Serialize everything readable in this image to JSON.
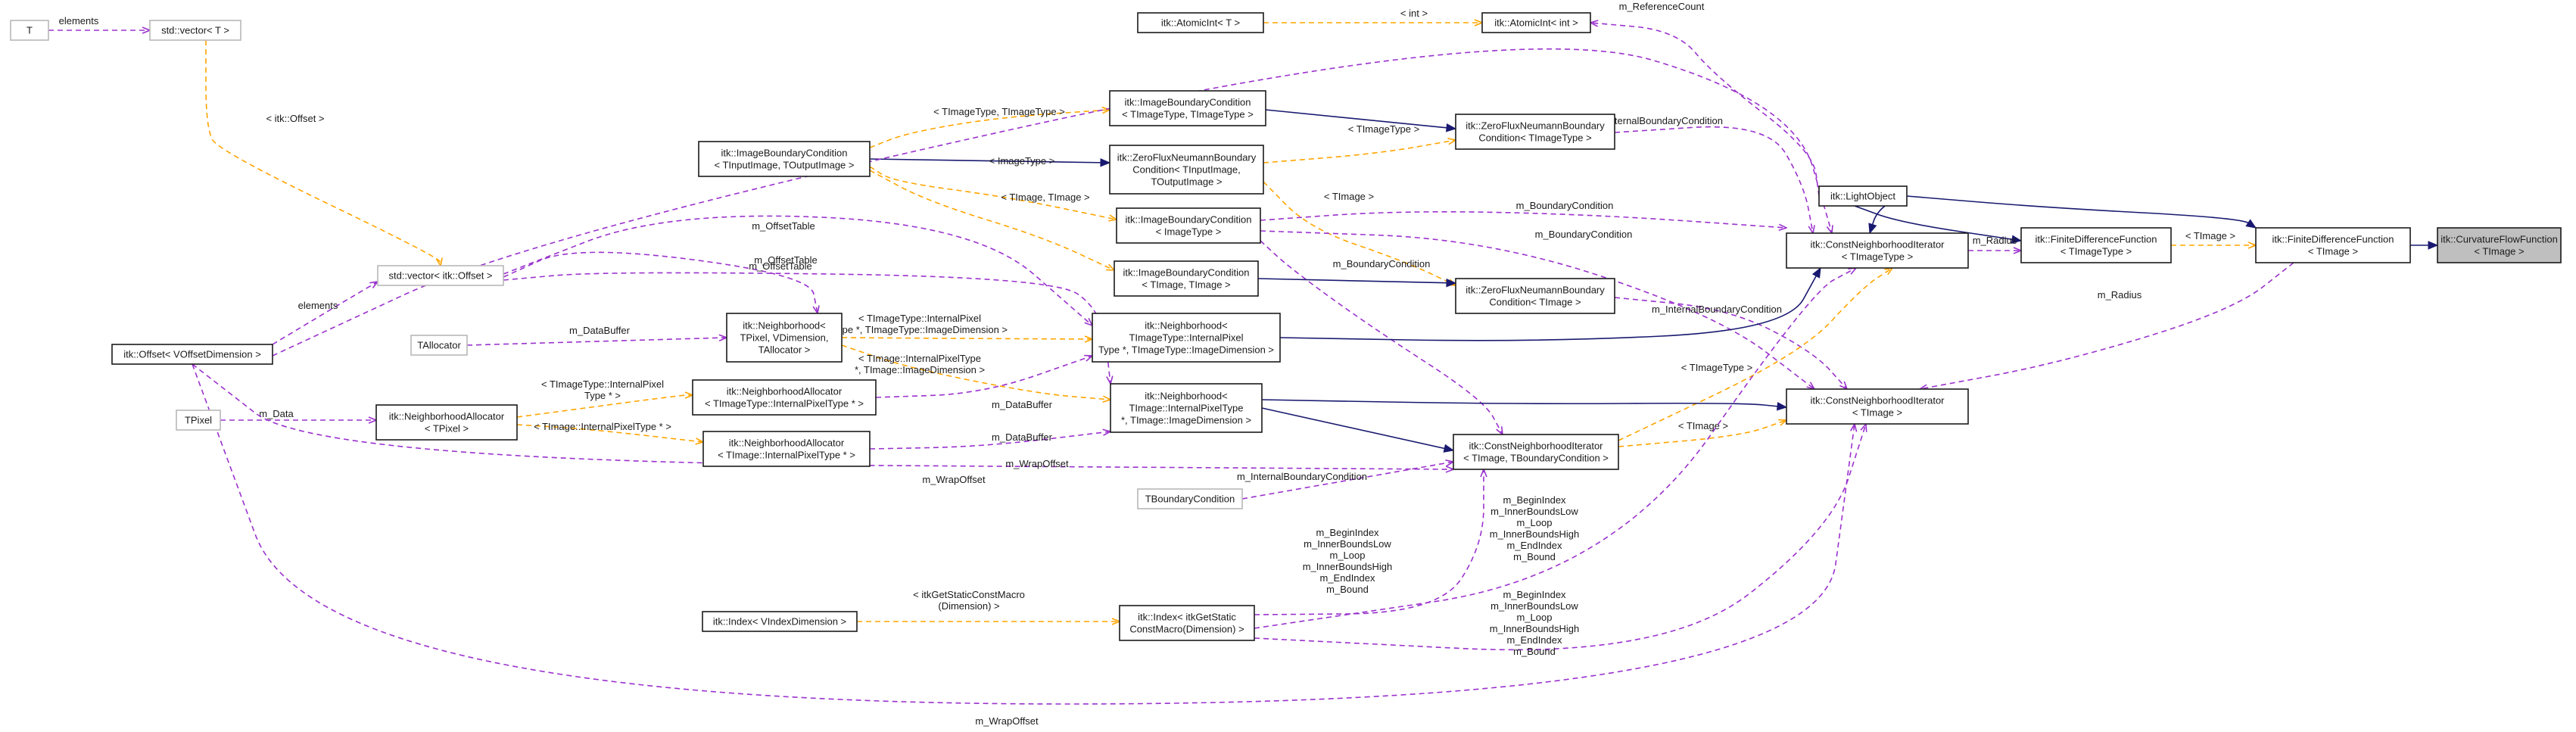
{
  "nodes": [
    {
      "id": "T",
      "lines": [
        "T"
      ],
      "grey": true
    },
    {
      "id": "vecT",
      "lines": [
        "std::vector< T >"
      ],
      "grey": true
    },
    {
      "id": "atomicT",
      "lines": [
        "itk::AtomicInt< T >"
      ]
    },
    {
      "id": "atomicInt",
      "lines": [
        "itk::AtomicInt< int >"
      ]
    },
    {
      "id": "ibcImg",
      "lines": [
        "itk::ImageBoundaryCondition",
        "< TImageType, TImageType >"
      ]
    },
    {
      "id": "zfnImg",
      "lines": [
        "itk::ZeroFluxNeumannBoundary",
        "Condition< TImageType >"
      ]
    },
    {
      "id": "ibcInOut",
      "lines": [
        "itk::ImageBoundaryCondition",
        "< TInputImage, TOutputImage >"
      ]
    },
    {
      "id": "zfnInOut",
      "lines": [
        "itk::ZeroFluxNeumannBoundary",
        "Condition< TInputImage,",
        "TOutputImage >"
      ]
    },
    {
      "id": "lightObj",
      "lines": [
        "itk::LightObject"
      ]
    },
    {
      "id": "ibcIT",
      "lines": [
        "itk::ImageBoundaryCondition",
        "< ImageType >"
      ]
    },
    {
      "id": "cniImg",
      "lines": [
        "itk::ConstNeighborhoodIterator",
        "< TImageType >"
      ]
    },
    {
      "id": "fdfImg",
      "lines": [
        "itk::FiniteDifferenceFunction",
        "< TImageType >"
      ]
    },
    {
      "id": "fdf",
      "lines": [
        "itk::FiniteDifferenceFunction",
        "< TImage >"
      ]
    },
    {
      "id": "cff",
      "lines": [
        "itk::CurvatureFlowFunction",
        "< TImage >"
      ],
      "hl": true
    },
    {
      "id": "ibcTT",
      "lines": [
        "itk::ImageBoundaryCondition",
        "< TImage, TImage >"
      ]
    },
    {
      "id": "zfnT",
      "lines": [
        "itk::ZeroFluxNeumannBoundary",
        "Condition< TImage >"
      ]
    },
    {
      "id": "vecOff",
      "lines": [
        "std::vector< itk::Offset >"
      ],
      "grey": true
    },
    {
      "id": "nbh",
      "lines": [
        "itk::Neighborhood<",
        "TPixel, VDimension,",
        "TAllocator >"
      ]
    },
    {
      "id": "nbhImg",
      "lines": [
        "itk::Neighborhood<",
        "TImageType::InternalPixel",
        "Type *, TImageType::ImageDimension >"
      ]
    },
    {
      "id": "tAlloc",
      "lines": [
        "TAllocator"
      ],
      "grey": true
    },
    {
      "id": "offset",
      "lines": [
        "itk::Offset< VOffsetDimension >"
      ]
    },
    {
      "id": "tpixel",
      "lines": [
        "TPixel"
      ],
      "grey": true
    },
    {
      "id": "naPix",
      "lines": [
        "itk::NeighborhoodAllocator",
        "< TPixel >"
      ]
    },
    {
      "id": "naImg",
      "lines": [
        "itk::NeighborhoodAllocator",
        "< TImageType::InternalPixelType * >"
      ]
    },
    {
      "id": "nbhT",
      "lines": [
        "itk::Neighborhood<",
        "TImage::InternalPixelType",
        "*, TImage::ImageDimension >"
      ]
    },
    {
      "id": "cniT",
      "lines": [
        "itk::ConstNeighborhoodIterator",
        "< TImage >"
      ]
    },
    {
      "id": "naT",
      "lines": [
        "itk::NeighborhoodAllocator",
        "< TImage::InternalPixelType * >"
      ]
    },
    {
      "id": "cniTB",
      "lines": [
        "itk::ConstNeighborhoodIterator",
        "< TImage, TBoundaryCondition >"
      ]
    },
    {
      "id": "tbc",
      "lines": [
        "TBoundaryCondition"
      ],
      "grey": true
    },
    {
      "id": "idxV",
      "lines": [
        "itk::Index< VIndexDimension >"
      ]
    },
    {
      "id": "idxM",
      "lines": [
        "itk::Index< itkGetStatic",
        "ConstMacro(Dimension) >"
      ]
    }
  ],
  "edges": [
    {
      "from": "T",
      "to": "vecT",
      "kind": "usage",
      "label": [
        "elements"
      ]
    },
    {
      "from": "vecT",
      "to": "vecOff",
      "kind": "templ",
      "label": [
        "< itk::Offset >"
      ]
    },
    {
      "from": "atomicT",
      "to": "atomicInt",
      "kind": "templ",
      "label": [
        "< int >"
      ]
    },
    {
      "from": "atomicInt",
      "to": "lightObj",
      "kind": "usage",
      "label": [
        "m_ReferenceCount"
      ]
    },
    {
      "from": "ibcInOut",
      "to": "ibcImg",
      "kind": "templ",
      "label": [
        "< TImageType, TImageType >"
      ]
    },
    {
      "from": "ibcImg",
      "to": "zfnImg",
      "kind": "inherit"
    },
    {
      "from": "zfnImg",
      "to": "cniImg",
      "kind": "usage",
      "label": [
        "m_InternalBoundaryCondition"
      ]
    },
    {
      "from": "zfnInOut",
      "to": "zfnImg",
      "kind": "templ",
      "label": [
        "< TImageType >"
      ]
    },
    {
      "from": "ibcInOut",
      "to": "zfnInOut",
      "kind": "inherit"
    },
    {
      "from": "ibcInOut",
      "to": "ibcIT",
      "kind": "templ",
      "label": [
        "< ImageType >"
      ]
    },
    {
      "from": "ibcInOut",
      "to": "ibcTT",
      "kind": "templ",
      "label": [
        "< TImage, TImage >"
      ]
    },
    {
      "from": "zfnInOut",
      "to": "zfnT",
      "kind": "templ",
      "label": [
        "< TImage >"
      ]
    },
    {
      "from": "lightObj",
      "to": "fdfImg",
      "kind": "inherit"
    },
    {
      "from": "lightObj",
      "to": "fdf",
      "kind": "inherit"
    },
    {
      "from": "lightObj",
      "to": "cniImg",
      "kind": "inherit"
    },
    {
      "from": "fdfImg",
      "to": "fdf",
      "kind": "templ",
      "label": [
        "< TImage >"
      ]
    },
    {
      "from": "fdf",
      "to": "cff",
      "kind": "inherit"
    },
    {
      "from": "cniImg",
      "to": "fdfImg",
      "kind": "usage",
      "label": [
        "m_Radius"
      ]
    },
    {
      "from": "cniT",
      "to": "fdf",
      "kind": "usage",
      "label": [
        "m_Radius"
      ]
    },
    {
      "from": "ibcIT",
      "to": "cniImg",
      "kind": "usage",
      "label": [
        "m_BoundaryCondition"
      ]
    },
    {
      "from": "ibcIT",
      "to": "cniT",
      "kind": "usage",
      "label": [
        "m_BoundaryCondition"
      ]
    },
    {
      "from": "ibcIT",
      "to": "cniTB",
      "kind": "usage",
      "label": [
        "m_BoundaryCondition"
      ]
    },
    {
      "from": "ibcTT",
      "to": "zfnT",
      "kind": "inherit"
    },
    {
      "from": "zfnT",
      "to": "cniT",
      "kind": "usage",
      "label": [
        "m_InternalBoundaryCondition"
      ]
    },
    {
      "from": "cniTB",
      "to": "cniImg",
      "kind": "templ",
      "label": [
        "< TImageType >"
      ]
    },
    {
      "from": "cniTB",
      "to": "cniT",
      "kind": "templ",
      "label": [
        "< TImage >"
      ]
    },
    {
      "from": "nbhImg",
      "to": "cniImg",
      "kind": "inherit"
    },
    {
      "from": "nbhT",
      "to": "cniTB",
      "kind": "inherit"
    },
    {
      "from": "nbhT",
      "to": "cniT",
      "kind": "inherit"
    },
    {
      "from": "nbh",
      "to": "nbhImg",
      "kind": "templ",
      "label": [
        "< TImageType::InternalPixel",
        "Type *, TImageType::ImageDimension >"
      ]
    },
    {
      "from": "nbh",
      "to": "nbhT",
      "kind": "templ",
      "label": [
        "< TImage::InternalPixelType",
        "*, TImage::ImageDimension >"
      ]
    },
    {
      "from": "vecOff",
      "to": "nbh",
      "kind": "usage",
      "label": [
        "m_OffsetTable"
      ]
    },
    {
      "from": "vecOff",
      "to": "nbhImg",
      "kind": "usage",
      "label": [
        "m_OffsetTable"
      ]
    },
    {
      "from": "vecOff",
      "to": "nbhT",
      "kind": "usage",
      "label": [
        "m_OffsetTable"
      ]
    },
    {
      "from": "offset",
      "to": "vecOff",
      "kind": "usage",
      "label": [
        "elements"
      ]
    },
    {
      "from": "tAlloc",
      "to": "nbh",
      "kind": "usage",
      "label": [
        "m_DataBuffer"
      ]
    },
    {
      "from": "naImg",
      "to": "nbhImg",
      "kind": "usage",
      "label": [
        "m_DataBuffer"
      ]
    },
    {
      "from": "naT",
      "to": "nbhT",
      "kind": "usage",
      "label": [
        "m_DataBuffer"
      ]
    },
    {
      "from": "naPix",
      "to": "naImg",
      "kind": "templ",
      "label": [
        "< TImageType::InternalPixel",
        "Type * >"
      ]
    },
    {
      "from": "naPix",
      "to": "naT",
      "kind": "templ",
      "label": [
        "< TImage::InternalPixelType * >"
      ]
    },
    {
      "from": "tpixel",
      "to": "naPix",
      "kind": "usage",
      "label": [
        "m_Data"
      ]
    },
    {
      "from": "offset",
      "to": "cniImg",
      "kind": "usage",
      "label": [
        "m_WrapOffset"
      ]
    },
    {
      "from": "offset",
      "to": "cniTB",
      "kind": "usage",
      "label": [
        "m_WrapOffset"
      ]
    },
    {
      "from": "offset",
      "to": "cniT",
      "kind": "usage",
      "label": [
        "m_WrapOffset"
      ]
    },
    {
      "from": "tbc",
      "to": "cniTB",
      "kind": "usage",
      "label": [
        "m_InternalBoundaryCondition"
      ]
    },
    {
      "from": "idxV",
      "to": "idxM",
      "kind": "templ",
      "label": [
        "< itkGetStaticConstMacro",
        "(Dimension) >"
      ]
    },
    {
      "from": "idxM",
      "to": "cniTB",
      "kind": "usage",
      "label": [
        "m_BeginIndex",
        "m_InnerBoundsLow",
        "m_Loop",
        "m_InnerBoundsHigh",
        "m_EndIndex",
        "m_Bound"
      ]
    },
    {
      "from": "idxM",
      "to": "cniImg",
      "kind": "usage",
      "label": [
        "m_BeginIndex",
        "m_InnerBoundsLow",
        "m_Loop",
        "m_InnerBoundsHigh",
        "m_EndIndex",
        "m_Bound"
      ]
    },
    {
      "from": "idxM",
      "to": "cniT",
      "kind": "usage",
      "label": [
        "m_BeginIndex",
        "m_InnerBoundsLow",
        "m_Loop",
        "m_InnerBoundsHigh",
        "m_EndIndex",
        "m_Bound"
      ]
    }
  ]
}
